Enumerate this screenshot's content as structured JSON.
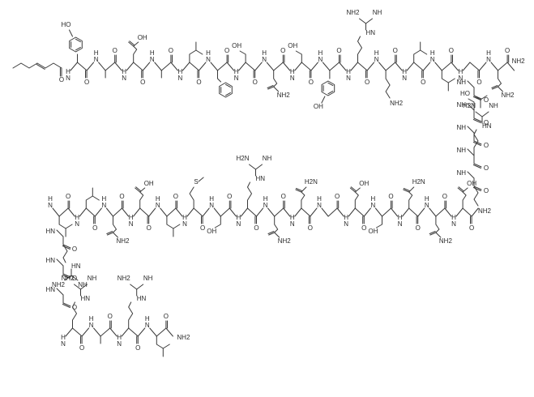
{
  "molecule": {
    "rows": [
      {
        "id": "row-1",
        "residues": [
          {
            "tag": "N-cap",
            "side": "none",
            "sideText": ""
          },
          {
            "tag": "Y",
            "side": "phenol",
            "sideText": "HO"
          },
          {
            "tag": "A",
            "side": "methyl",
            "sideText": ""
          },
          {
            "tag": "D",
            "side": "acid",
            "sideText": "OH"
          },
          {
            "tag": "A",
            "side": "methyl",
            "sideText": ""
          },
          {
            "tag": "I",
            "side": "branch",
            "sideText": ""
          },
          {
            "tag": "F",
            "side": "phenyl",
            "sideText": ""
          },
          {
            "tag": "T",
            "side": "alcohol",
            "sideText": "OH"
          },
          {
            "tag": "N",
            "side": "amide",
            "sideText": "NH2"
          },
          {
            "tag": "S",
            "side": "alcohol",
            "sideText": "OH"
          },
          {
            "tag": "Y",
            "side": "phenol",
            "sideText": "OH"
          },
          {
            "tag": "R",
            "side": "guanidine",
            "sideText": "NH2"
          },
          {
            "tag": "K",
            "side": "amine",
            "sideText": "NH2"
          },
          {
            "tag": "V",
            "side": "branch",
            "sideText": ""
          },
          {
            "tag": "L",
            "side": "branch",
            "sideText": ""
          },
          {
            "tag": "G",
            "side": "none",
            "sideText": ""
          },
          {
            "tag": "Q",
            "side": "amide",
            "sideText": "NH2"
          }
        ]
      },
      {
        "id": "column-right",
        "residues": [
          {
            "tag": "L",
            "side": "branch",
            "sideText": ""
          },
          {
            "tag": "S",
            "side": "alcohol",
            "sideText": "HO"
          },
          {
            "tag": "A",
            "side": "methyl",
            "sideText": ""
          },
          {
            "tag": "R",
            "side": "guanidine",
            "sideText": "H2N"
          },
          {
            "tag": "K",
            "side": "amine",
            "sideText": "NH2"
          }
        ]
      },
      {
        "id": "row-2",
        "residues": [
          {
            "tag": "L",
            "side": "branch",
            "sideText": ""
          },
          {
            "tag": "L",
            "side": "branch",
            "sideText": ""
          },
          {
            "tag": "Q",
            "side": "amide",
            "sideText": "NH2"
          },
          {
            "tag": "D",
            "side": "acid",
            "sideText": "OH"
          },
          {
            "tag": "I",
            "side": "branch",
            "sideText": ""
          },
          {
            "tag": "M",
            "side": "thioether",
            "sideText": "S"
          },
          {
            "tag": "S",
            "side": "alcohol",
            "sideText": "OH"
          },
          {
            "tag": "R",
            "side": "guanidine",
            "sideText": "H2N"
          },
          {
            "tag": "Q",
            "side": "amide",
            "sideText": "NH2"
          },
          {
            "tag": "Q",
            "side": "amide",
            "sideText": "H2N"
          },
          {
            "tag": "G",
            "side": "none",
            "sideText": ""
          },
          {
            "tag": "E",
            "side": "acid",
            "sideText": "OH"
          },
          {
            "tag": "S",
            "side": "alcohol",
            "sideText": "OH"
          },
          {
            "tag": "N",
            "side": "amide",
            "sideText": "H2N"
          },
          {
            "tag": "Q",
            "side": "amide",
            "sideText": "NH2"
          },
          {
            "tag": "E",
            "side": "acid",
            "sideText": "OH"
          }
        ]
      },
      {
        "id": "column-left",
        "residues": [
          {
            "tag": "R",
            "side": "guanidine",
            "sideText": "NH2"
          },
          {
            "tag": "G",
            "side": "none",
            "sideText": ""
          },
          {
            "tag": "A",
            "side": "methyl",
            "sideText": ""
          }
        ]
      },
      {
        "id": "row-3",
        "residues": [
          {
            "tag": "R",
            "side": "guanidine",
            "sideText": "NH2"
          },
          {
            "tag": "A",
            "side": "methyl",
            "sideText": ""
          },
          {
            "tag": "R",
            "side": "guanidine",
            "sideText": "NH2"
          },
          {
            "tag": "L",
            "side": "branch",
            "sideText": ""
          }
        ]
      }
    ],
    "labels": {
      "H": "H",
      "N": "N",
      "O": "O",
      "NH": "NH",
      "HN": "HN",
      "NH2": "NH2",
      "H2N": "H2N",
      "OH": "OH",
      "HO": "HO",
      "S": "S",
      "terminalAmide": "NH2"
    }
  }
}
